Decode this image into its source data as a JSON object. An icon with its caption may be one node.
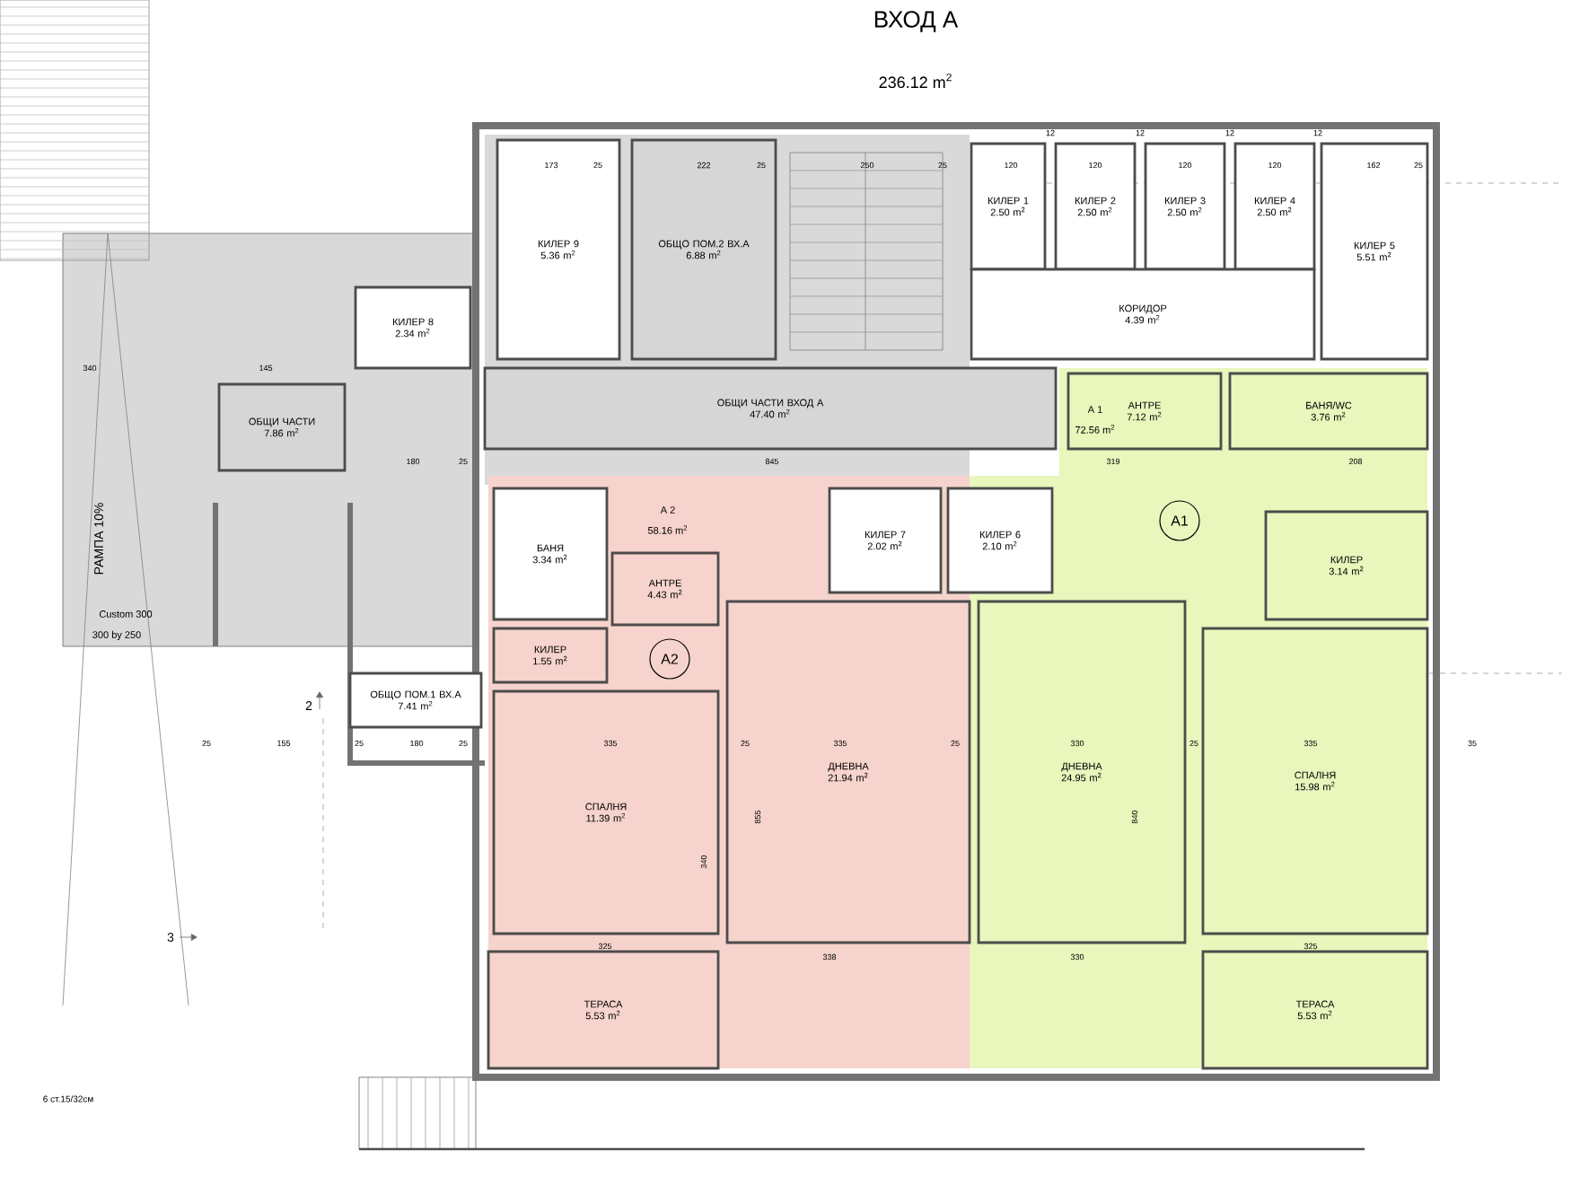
{
  "diagram": {
    "title": "ВХОД А",
    "nodes": [
      {
        "text": [
          "КИЛЕР 9",
          "5.36 m$^{2}$"
        ]
      },
      {
        "text": [
          "ОБЩО ПОМ.2 ВХ.А",
          "6.88 m$^{2}$"
        ]
      },
      {
        "text": [
          "КИЛЕР 1",
          "2.50 m$^{2}$"
        ]
      },
      {
        "text": [
          "КИЛЕР 2",
          "2.50 m$^{2}$"
        ]
      },
      {
        "text": [
          "КИЛЕР 3",
          "2.50 m$^{2}$"
        ]
      },
      {
        "text": [
          "КИЛЕР 4",
          "2.50 m$^{2}$"
        ]
      },
      {
        "text": [
          "КИЛЕР 5",
          "5.51 m$^{2}$"
        ]
      },
      {
        "text": [
          "КОРИДОР",
          "4.39 m$^{2}$"
        ]
      },
      {
        "text": [
          "КИЛЕР 8",
          "2.34 m$^{2}$"
        ]
      },
      {
        "text": [
          "ОБЩИ ЧАСТИ",
          "7.86 m$^{2}$"
        ]
      },
      {
        "text": [
          "ОБЩИ ЧАСТИ ВХОД А",
          "47.40 m$^{2}$"
        ]
      },
      {
        "text": [
          "АНТРЕ",
          "7.12 m$^{2}$"
        ]
      },
      {
        "text": [
          "БАНЯ/WC",
          "3.76 m$^{2}$"
        ]
      },
      {
        "text": [
          "A1"
        ]
      },
      {
        "text": [
          "КИЛЕР",
          "3.14 m$^{2}$"
        ]
      },
      {
        "text": [
          "ДНЕВНА",
          "24.95 m$^{2}$"
        ]
      },
      {
        "text": [
          "СПАЛНЯ",
          "15.98 m$^{2}$"
        ]
      },
      {
        "text": [
          "ТЕРАСА",
          "5.53 m$^{2}$"
        ]
      },
      {
        "text": [
          "БАНЯ",
          "3.34 m$^{2}$"
        ]
      },
      {
        "text": [
          "АНТРЕ",
          "4.43 m$^{2}$"
        ]
      },
      {
        "text": [
          "КИЛЕР",
          "1.55 m$^{2}$"
        ]
      },
      {
        "text": [
          "A2"
        ]
      },
      {
        "text": [
          "КИЛЕР 7",
          "2.02 m$^{2}$"
        ]
      },
      {
        "text": [
          "КИЛЕР 6",
          "2.10 m$^{2}$"
        ]
      },
      {
        "text": [
          "ДНЕВНА",
          "21.94 m$^{2}$"
        ]
      },
      {
        "text": [
          "СПАЛНЯ",
          "11.39 m$^{2}$"
        ]
      },
      {
        "text": [
          "ТЕРАСА",
          "5.53 m$^{2}$"
        ]
      },
      {
        "text": [
          "ОБЩО ПОМ.1 ВХ.А",
          "7.41 m$^{2}$"
        ]
      }
    ],
    "labels": [
      "236.12 m$^{2}$",
      "A 2",
      "58.16 m$^{2}$",
      "A 1",
      "72.56 m$^{2}$",
      "РАМПА 10%",
      "Custom 300",
      "300 by 250",
      "6 ст.15/32см",
      "2",
      "3",
      "173",
      "25",
      "222",
      "25",
      "250",
      "25",
      "120",
      "12",
      "120",
      "12",
      "120",
      "12",
      "120",
      "12",
      "162",
      "25",
      "845",
      "340",
      "145",
      "180",
      "25",
      "25",
      "155",
      "25",
      "180",
      "25",
      "335",
      "25",
      "335",
      "25",
      "330",
      "25",
      "335",
      "35",
      "319",
      "208",
      "325",
      "338",
      "330",
      "325",
      "340",
      "855",
      "840"
    ]
  }
}
